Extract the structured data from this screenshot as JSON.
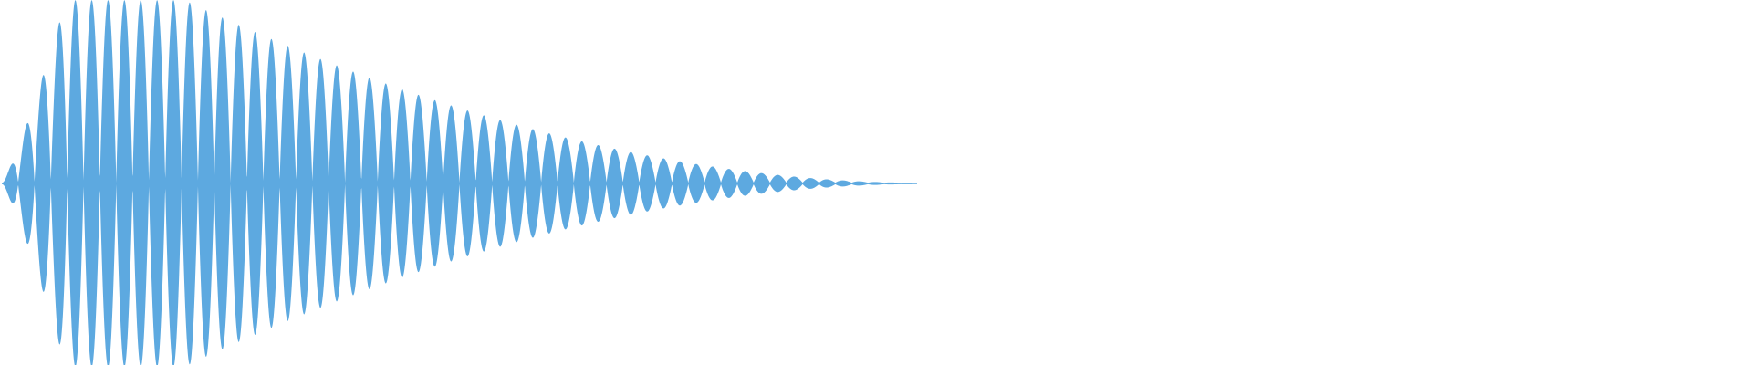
{
  "waveform": {
    "color": "#5DA9E0",
    "background": "#FFFFFF",
    "envelope": {
      "attack_fraction": 0.07,
      "sustain_until_fraction": 0.2,
      "release_end_fraction": 1.0,
      "cycles": 56
    }
  }
}
